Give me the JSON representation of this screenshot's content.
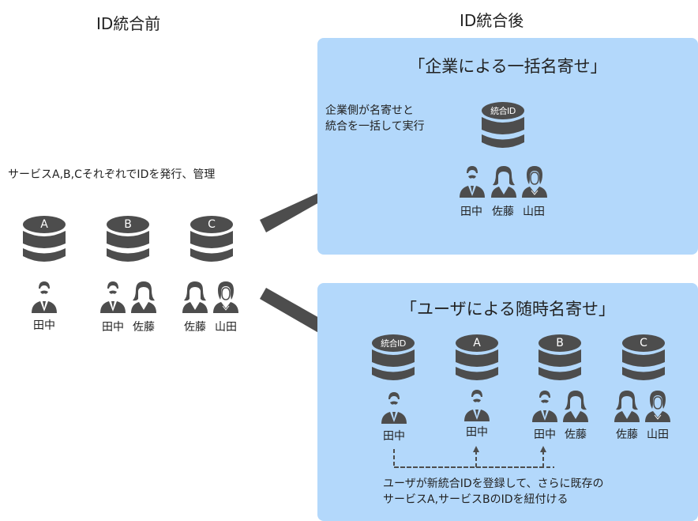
{
  "before": {
    "heading": "ID統合前",
    "description": "サービスA,B,CそれぞれでIDを発行、管理",
    "services": [
      {
        "label": "A",
        "users": [
          "田中"
        ]
      },
      {
        "label": "B",
        "users": [
          "田中",
          "佐藤"
        ]
      },
      {
        "label": "C",
        "users": [
          "佐藤",
          "山田"
        ]
      }
    ]
  },
  "after": {
    "heading": "ID統合後",
    "company_panel": {
      "title": "「企業による一括名寄せ」",
      "note_line1": "企業側が名寄せと",
      "note_line2": "統合を一括して実行",
      "db_label": "統合ID",
      "users": [
        "田中",
        "佐藤",
        "山田"
      ]
    },
    "user_panel": {
      "title": "「ユーザによる随時名寄せ」",
      "databases": [
        {
          "label": "統合ID",
          "users": [
            "田中"
          ]
        },
        {
          "label": "A",
          "users": [
            "田中"
          ]
        },
        {
          "label": "B",
          "users": [
            "田中",
            "佐藤"
          ]
        },
        {
          "label": "C",
          "users": [
            "佐藤",
            "山田"
          ]
        }
      ],
      "note_line1": "ユーザが新統合IDを登録して、さらに既存の",
      "note_line2": "サービスA,サービスBのIDを紐付ける"
    }
  },
  "colors": {
    "panel_bg": "#b3d8fb",
    "icon": "#4d4d4d",
    "text": "#222222"
  }
}
